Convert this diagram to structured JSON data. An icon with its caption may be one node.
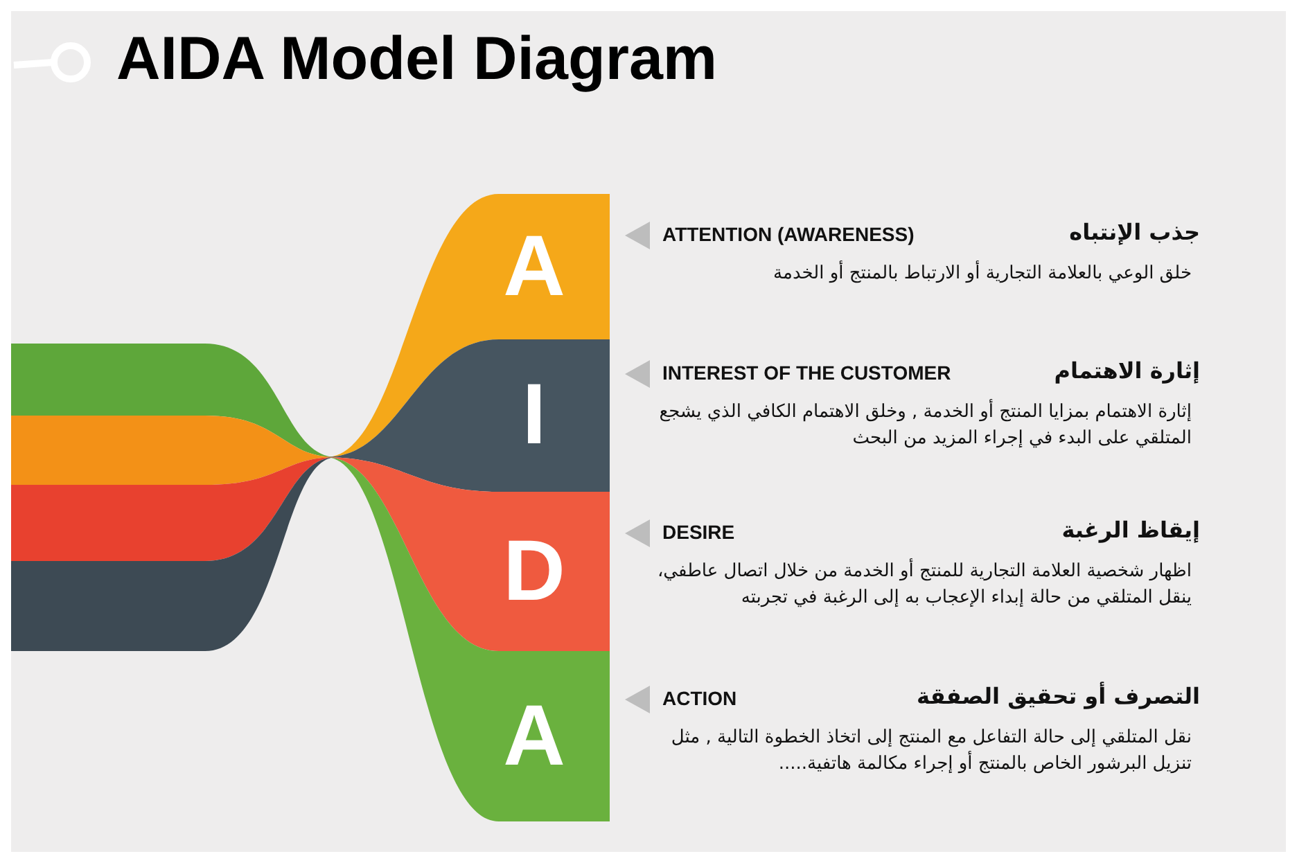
{
  "diagram": {
    "title": "AIDA Model Diagram",
    "nodes": [
      {
        "text": [
          "A"
        ],
        "beside": [
          "ATTENTION (AWARENESS)",
          "جذب الإنتباه",
          "خلق الوعي بالعلامة التجارية أو الارتباط بالمنتج أو الخدمة"
        ]
      },
      {
        "text": [
          "I"
        ],
        "beside": [
          "INTEREST OF THE CUSTOMER",
          "إثارة الاهتمام",
          "إثارة الاهتمام بمزايا المنتج أو الخدمة , وخلق الاهتمام الكافي الذي يشجع المتلقي على البدء في إجراء المزيد من البحث"
        ]
      },
      {
        "text": [
          "D"
        ],
        "beside": [
          "DESIRE",
          "إيقاظ الرغبة",
          "اظهار شخصية العلامة التجارية للمنتج أو الخدمة من خلال اتصال عاطفي، ينقل المتلقي من حالة إبداء الإعجاب به إلى الرغبة في تجربته"
        ]
      },
      {
        "text": [
          "A"
        ],
        "beside": [
          "ACTION",
          "التصرف أو تحقيق الصفقة",
          "نقل المتلقي إلى حالة التفاعل مع المنتج إلى اتخاذ الخطوة التالية , مثل تنزيل البرشور الخاص بالمنتج أو إجراء مكالمة هاتفية....."
        ]
      }
    ]
  }
}
